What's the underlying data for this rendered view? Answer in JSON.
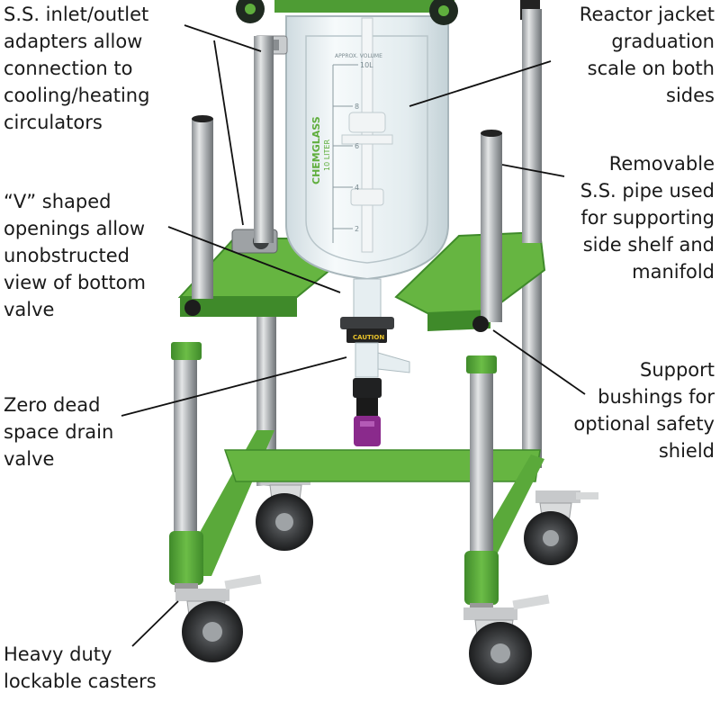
{
  "callouts": [
    {
      "id": "inlet-outlet",
      "text": "S.S. inlet/outlet\nadapters allow\nconnection to\ncooling/heating\ncirculators"
    },
    {
      "id": "jacket-scale",
      "text": "Reactor jacket\ngraduation\nscale on both\nsides"
    },
    {
      "id": "removable-pipe",
      "text": "Removable\nS.S. pipe used\nfor supporting\nside shelf and\nmanifold"
    },
    {
      "id": "v-openings",
      "text": "“V” shaped\nopenings allow\nunobstructed\nview of bottom\nvalve"
    },
    {
      "id": "support-bushings",
      "text": "Support\nbushings for\noptional safety\nshield"
    },
    {
      "id": "drain-valve",
      "text": "Zero dead\nspace drain\nvalve"
    },
    {
      "id": "casters",
      "text": "Heavy duty\nlockable casters"
    }
  ],
  "vessel_markings": {
    "brand": "CHEMGLASS",
    "capacity": "10 LITER",
    "volume_label": "APPROX. VOLUME",
    "grad_10": "10L",
    "grad_8": "8",
    "grad_6": "6",
    "grad_4": "4",
    "grad_2": "2",
    "caution": "CAUTION"
  },
  "colors": {
    "frame_green": "#5fae3d",
    "frame_green_dark": "#3f8a2a",
    "steel": "#a9adb0",
    "glass": "#e8f0f2",
    "drain_purple": "#8a2a8c",
    "text": "#1a1a1a"
  }
}
